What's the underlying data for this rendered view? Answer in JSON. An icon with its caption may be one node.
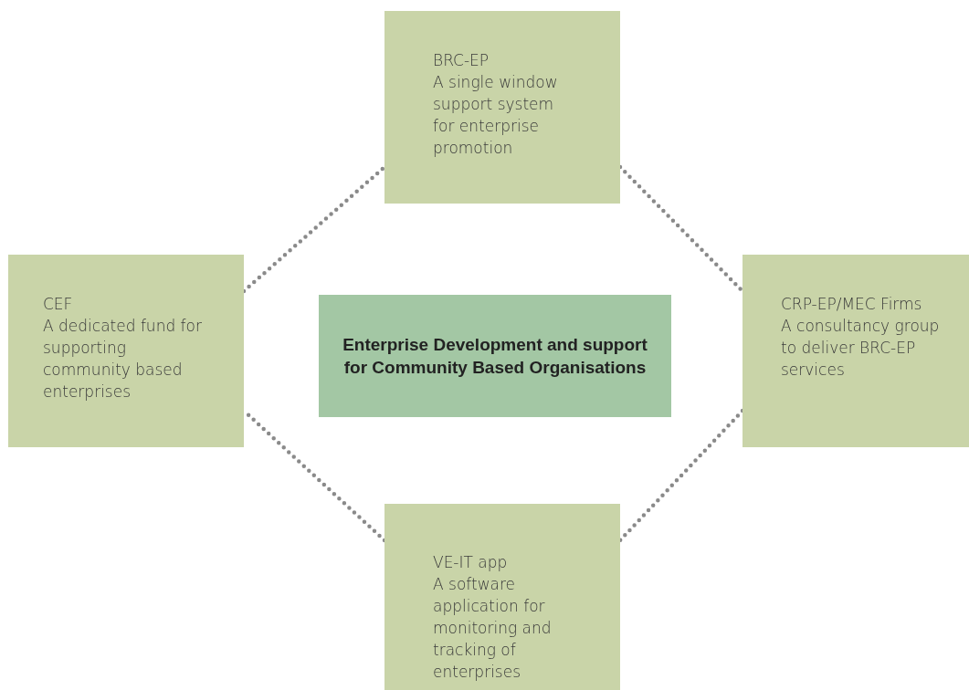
{
  "diagram": {
    "nodes": [
      {
        "text": [
          "BRC-EP",
          "A single window support system for enterprise promotion"
        ]
      },
      {
        "text": [
          "CEF",
          "A dedicated fund for supporting community based enterprises"
        ]
      },
      {
        "text": [
          "Enterprise Development and support for Community Based Organisations"
        ]
      },
      {
        "text": [
          "CRP-EP/MEC Firms",
          "A consultancy group to deliver BRC-EP services"
        ]
      },
      {
        "text": [
          "VE-IT app",
          "A software application for monitoring and tracking of enterprises"
        ]
      }
    ],
    "edges": [
      {
        "from": 1,
        "to": 0,
        "arrow": "none",
        "style": "dashed"
      },
      {
        "from": 0,
        "to": 3,
        "arrow": "none",
        "style": "dashed"
      },
      {
        "from": 3,
        "to": 4,
        "arrow": "none",
        "style": "dashed"
      },
      {
        "from": 4,
        "to": 1,
        "arrow": "none",
        "style": "dashed"
      }
    ]
  }
}
